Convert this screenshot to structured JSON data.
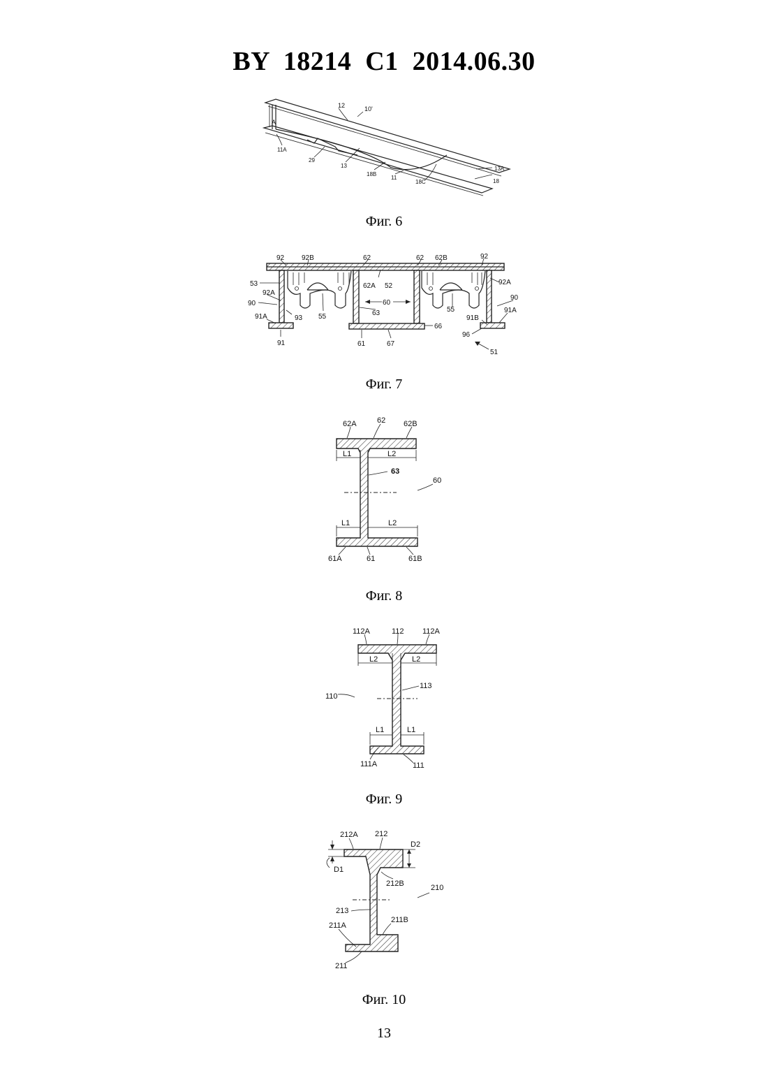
{
  "header": {
    "doc_id": "BY  18214  C1  2014.06.30"
  },
  "figures": {
    "fig6": {
      "caption": "Фиг. 6",
      "labels": {
        "l12": "12",
        "l10": "10'",
        "lA": "A",
        "l11A": "11A",
        "l29": "29",
        "l13": "13",
        "l18B": "18B",
        "l11": "11",
        "l18C": "18C",
        "l13A": "13A",
        "l18": "18"
      }
    },
    "fig7": {
      "caption": "Фиг. 7",
      "labels": {
        "l92a": "92",
        "l92B": "92B",
        "l62a": "62",
        "l62b": "62",
        "l62B": "62B",
        "l92b": "92",
        "l53": "53",
        "l92A_l": "92A",
        "l62A": "62A",
        "l52": "52",
        "l92A_r": "92A",
        "l60": "60",
        "l90_l": "90",
        "l90_r": "90",
        "l55_l": "55",
        "l55_r": "55",
        "l63": "63",
        "l93": "93",
        "l91A_l": "91A",
        "l91A_r": "91A",
        "l91B": "91B",
        "l66": "66",
        "l96": "96",
        "l91": "91",
        "l61": "61",
        "l67": "67",
        "l51": "51"
      }
    },
    "fig8": {
      "caption": "Фиг. 8",
      "labels": {
        "l62A": "62A",
        "l62": "62",
        "l62B": "62B",
        "lL1t": "L1",
        "lL2t": "L2",
        "l63": "63",
        "l60": "60",
        "lL1b": "L1",
        "lL2b": "L2",
        "l61A": "61A",
        "l61": "61",
        "l61B": "61B"
      }
    },
    "fig9": {
      "caption": "Фиг. 9",
      "labels": {
        "l112Aa": "112A",
        "l112": "112",
        "l112Ab": "112A",
        "lL2a": "L2",
        "lL2b": "L2",
        "l113": "113",
        "l110": "110",
        "lL1a": "L1",
        "lL1b": "L1",
        "l111A": "111A",
        "l111": "111"
      }
    },
    "fig10": {
      "caption": "Фиг. 10",
      "labels": {
        "l212A": "212A",
        "l212": "212",
        "lD2": "D2",
        "lD1": "D1",
        "l212B": "212B",
        "l210": "210",
        "l213": "213",
        "l211B": "211B",
        "l211A": "211A",
        "l211": "211"
      }
    }
  },
  "page_number": "13"
}
